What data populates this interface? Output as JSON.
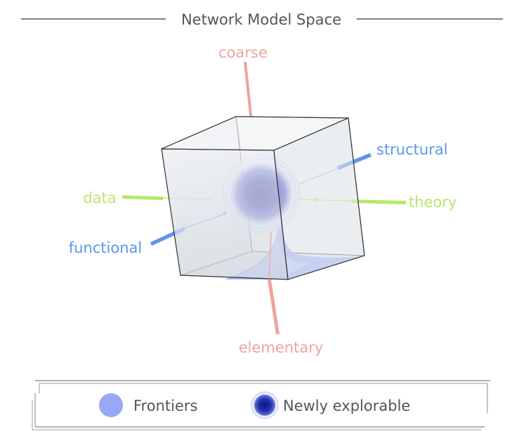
{
  "title": "Network Model Space",
  "axes": {
    "coarse": "coarse",
    "elementary": "elementary",
    "data": "data",
    "theory": "theory",
    "structural": "structural",
    "functional": "functional"
  },
  "legend": {
    "frontiers": "Frontiers",
    "newly_explorable": "Newly explorable"
  },
  "colors": {
    "coarse_axis": "#f0a39e",
    "data_axis": "#b6e86c",
    "structural_axis": "#5b95f0",
    "frontier": "#98a8f8",
    "sphere_core": "#1f2aa8",
    "line_gray": "#555555"
  }
}
